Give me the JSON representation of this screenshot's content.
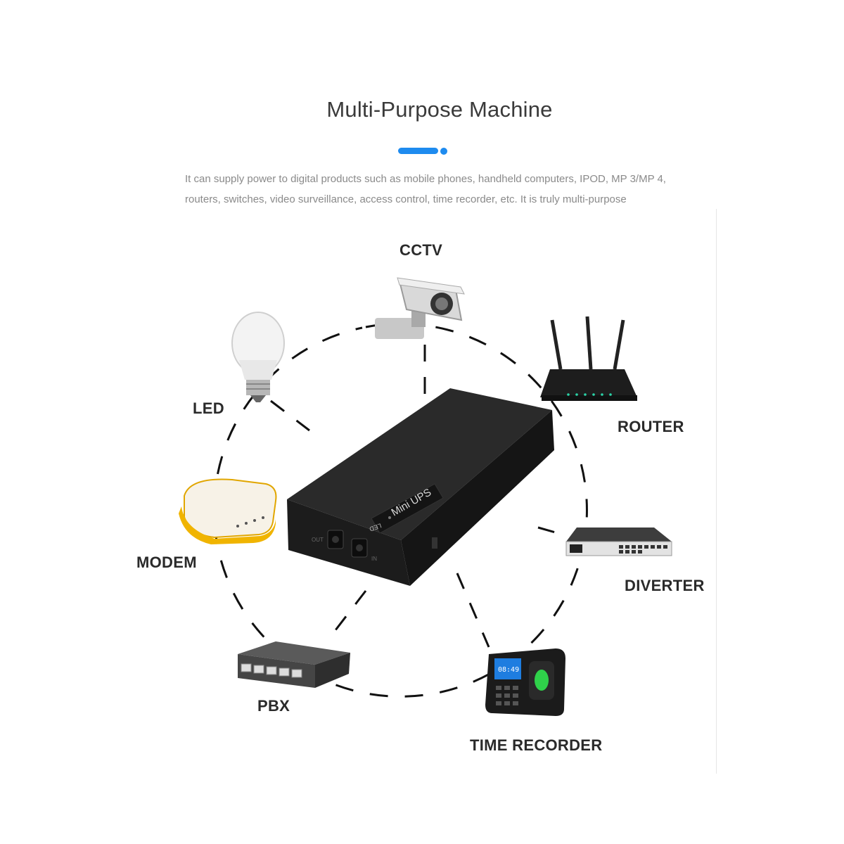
{
  "header": {
    "title": "Multi-Purpose Machine",
    "description_line1": "It can supply power to digital products such as mobile phones, handheld computers, IPOD, MP 3/MP 4,",
    "description_line2": "routers, switches, video surveillance, access control, time recorder, etc. It is truly multi-purpose",
    "accent_color": "#1e8bef"
  },
  "product": {
    "label": "Mini UPS",
    "led_label": "LED",
    "port_out": "OUT",
    "port_in": "IN",
    "icon": "mini-ups-box-icon"
  },
  "devices": {
    "cctv": {
      "label": "CCTV",
      "icon": "cctv-camera-icon"
    },
    "led": {
      "label": "LED",
      "icon": "light-bulb-icon"
    },
    "router": {
      "label": "ROUTER",
      "icon": "wifi-router-icon"
    },
    "modem": {
      "label": "MODEM",
      "icon": "modem-icon"
    },
    "diverter": {
      "label": "DIVERTER",
      "icon": "network-switch-icon"
    },
    "pbx": {
      "label": "PBX",
      "icon": "ethernet-switch-icon"
    },
    "time_recorder": {
      "label": "TIME RECORDER",
      "icon": "fingerprint-time-clock-icon"
    }
  }
}
